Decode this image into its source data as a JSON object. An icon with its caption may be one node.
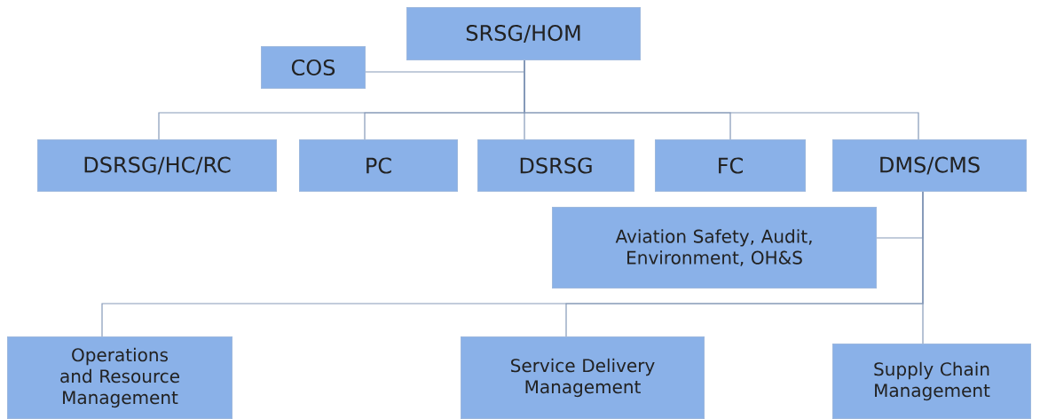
{
  "diagram": {
    "nodes": [
      {
        "text": [
          "SRSG/HOM"
        ]
      },
      {
        "text": [
          "COS"
        ]
      },
      {
        "text": [
          "DSRSG/HC/RC"
        ]
      },
      {
        "text": [
          "PC"
        ]
      },
      {
        "text": [
          "DSRSG"
        ]
      },
      {
        "text": [
          "FC"
        ]
      },
      {
        "text": [
          "DMS/CMS"
        ]
      },
      {
        "text": [
          "Aviation Safety, Audit, Environment, OH&S"
        ]
      },
      {
        "text": [
          "Operations and Resource Management"
        ]
      },
      {
        "text": [
          "Service Delivery Management"
        ]
      },
      {
        "text": [
          "Supply Chain Management"
        ]
      }
    ],
    "edges": [
      {
        "from": 0,
        "to": 1,
        "arrow": "none"
      },
      {
        "from": 0,
        "to": 2,
        "arrow": "none"
      },
      {
        "from": 0,
        "to": 3,
        "arrow": "none"
      },
      {
        "from": 0,
        "to": 4,
        "arrow": "none"
      },
      {
        "from": 0,
        "to": 5,
        "arrow": "none"
      },
      {
        "from": 0,
        "to": 6,
        "arrow": "none"
      },
      {
        "from": 6,
        "to": 7,
        "arrow": "none"
      },
      {
        "from": 6,
        "to": 8,
        "arrow": "none"
      },
      {
        "from": 6,
        "to": 9,
        "arrow": "none"
      },
      {
        "from": 6,
        "to": 10,
        "arrow": "none"
      }
    ]
  }
}
